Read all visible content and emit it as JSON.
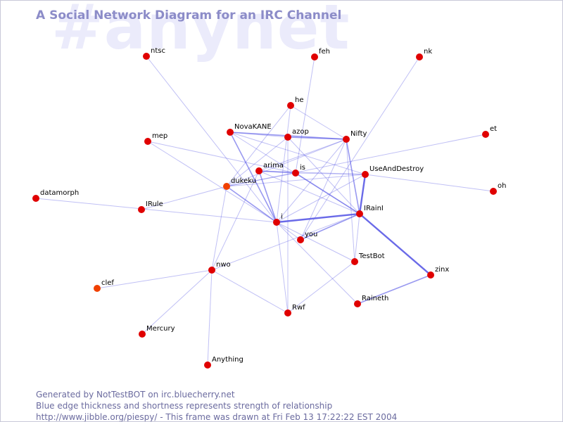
{
  "watermark": "#anynet",
  "title": "A Social Network Diagram for an IRC Channel",
  "footer": {
    "line1": "Generated by NotTestBOT on irc.bluecherry.net",
    "line2": "Blue edge thickness and shortness represents strength of relationship",
    "line3": "http://www.jibble.org/piespy/ - This frame was drawn at Fri Feb 13 17:22:22 EST 2004"
  },
  "colors": {
    "node": "#e00000",
    "node_highlight": "#f04000",
    "edge": "#5a5ae6",
    "title": "#8c8cc8",
    "watermark": "#ebebfb",
    "footer": "#6b6b9f"
  },
  "nodes": [
    {
      "id": "ntsc",
      "label": "ntsc"
    },
    {
      "id": "feh",
      "label": "feh"
    },
    {
      "id": "nk",
      "label": "nk"
    },
    {
      "id": "he",
      "label": "he"
    },
    {
      "id": "NovaKANE",
      "label": "NovaKANE"
    },
    {
      "id": "azop",
      "label": "azop"
    },
    {
      "id": "Nifty",
      "label": "Nifty"
    },
    {
      "id": "et",
      "label": "et"
    },
    {
      "id": "mep",
      "label": "mep"
    },
    {
      "id": "arima",
      "label": "arima"
    },
    {
      "id": "is",
      "label": "is"
    },
    {
      "id": "UseAndDestroy",
      "label": "UseAndDestroy"
    },
    {
      "id": "dukeku",
      "label": "dukeku",
      "highlight": true
    },
    {
      "id": "oh",
      "label": "oh"
    },
    {
      "id": "datamorph",
      "label": "datamorph"
    },
    {
      "id": "IRule",
      "label": "IRule"
    },
    {
      "id": "IRainl",
      "label": "IRainI"
    },
    {
      "id": "i",
      "label": "i"
    },
    {
      "id": "you",
      "label": "you"
    },
    {
      "id": "TestBot",
      "label": "TestBot"
    },
    {
      "id": "nwo",
      "label": "nwo"
    },
    {
      "id": "zinx",
      "label": "zinx"
    },
    {
      "id": "clef",
      "label": "clef",
      "highlight": true
    },
    {
      "id": "Raineth",
      "label": "Raineth"
    },
    {
      "id": "Rwf",
      "label": "Rwf"
    },
    {
      "id": "Mercury",
      "label": "Mercury"
    },
    {
      "id": "Anything",
      "label": "Anything"
    }
  ],
  "edges": [
    {
      "from": "ntsc",
      "to": "i",
      "strength": 1
    },
    {
      "from": "feh",
      "to": "is",
      "strength": 1
    },
    {
      "from": "nk",
      "to": "you",
      "strength": 1
    },
    {
      "from": "he",
      "to": "dukeku",
      "strength": 1
    },
    {
      "from": "he",
      "to": "Nifty",
      "strength": 1
    },
    {
      "from": "he",
      "to": "i",
      "strength": 1
    },
    {
      "from": "NovaKANE",
      "to": "Nifty",
      "strength": 2
    },
    {
      "from": "NovaKANE",
      "to": "i",
      "strength": 2
    },
    {
      "from": "NovaKANE",
      "to": "UseAndDestroy",
      "strength": 1
    },
    {
      "from": "NovaKANE",
      "to": "IRainl",
      "strength": 1
    },
    {
      "from": "NovaKANE",
      "to": "azop",
      "strength": 1
    },
    {
      "from": "azop",
      "to": "Nifty",
      "strength": 2
    },
    {
      "from": "azop",
      "to": "dukeku",
      "strength": 1
    },
    {
      "from": "azop",
      "to": "IRainl",
      "strength": 1
    },
    {
      "from": "azop",
      "to": "Rwf",
      "strength": 1
    },
    {
      "from": "Nifty",
      "to": "IRainl",
      "strength": 2
    },
    {
      "from": "Nifty",
      "to": "arima",
      "strength": 1
    },
    {
      "from": "Nifty",
      "to": "TestBot",
      "strength": 1
    },
    {
      "from": "Nifty",
      "to": "i",
      "strength": 1
    },
    {
      "from": "Nifty",
      "to": "dukeku",
      "strength": 1
    },
    {
      "from": "Nifty",
      "to": "you",
      "strength": 1
    },
    {
      "from": "et",
      "to": "dukeku",
      "strength": 1
    },
    {
      "from": "mep",
      "to": "is",
      "strength": 1
    },
    {
      "from": "mep",
      "to": "i",
      "strength": 1
    },
    {
      "from": "arima",
      "to": "is",
      "strength": 2
    },
    {
      "from": "arima",
      "to": "i",
      "strength": 2
    },
    {
      "from": "arima",
      "to": "UseAndDestroy",
      "strength": 1
    },
    {
      "from": "arima",
      "to": "IRainl",
      "strength": 1
    },
    {
      "from": "arima",
      "to": "nwo",
      "strength": 1
    },
    {
      "from": "is",
      "to": "UseAndDestroy",
      "strength": 1
    },
    {
      "from": "is",
      "to": "IRainl",
      "strength": 2
    },
    {
      "from": "is",
      "to": "dukeku",
      "strength": 1
    },
    {
      "from": "UseAndDestroy",
      "to": "IRainl",
      "strength": 3
    },
    {
      "from": "UseAndDestroy",
      "to": "i",
      "strength": 1
    },
    {
      "from": "UseAndDestroy",
      "to": "dukeku",
      "strength": 1
    },
    {
      "from": "UseAndDestroy",
      "to": "oh",
      "strength": 1
    },
    {
      "from": "dukeku",
      "to": "nwo",
      "strength": 1
    },
    {
      "from": "dukeku",
      "to": "i",
      "strength": 2
    },
    {
      "from": "dukeku",
      "to": "IRule",
      "strength": 1
    },
    {
      "from": "datamorph",
      "to": "i",
      "strength": 1
    },
    {
      "from": "IRainl",
      "to": "i",
      "strength": 3
    },
    {
      "from": "IRainl",
      "to": "you",
      "strength": 2
    },
    {
      "from": "IRainl",
      "to": "TestBot",
      "strength": 1
    },
    {
      "from": "IRainl",
      "to": "zinx",
      "strength": 3
    },
    {
      "from": "IRainl",
      "to": "nwo",
      "strength": 1
    },
    {
      "from": "i",
      "to": "Rwf",
      "strength": 1
    },
    {
      "from": "i",
      "to": "Raineth",
      "strength": 1
    },
    {
      "from": "i",
      "to": "TestBot",
      "strength": 1
    },
    {
      "from": "i",
      "to": "you",
      "strength": 1
    },
    {
      "from": "TestBot",
      "to": "Rwf",
      "strength": 1
    },
    {
      "from": "zinx",
      "to": "Raineth",
      "strength": 2
    },
    {
      "from": "nwo",
      "to": "clef",
      "strength": 1
    },
    {
      "from": "nwo",
      "to": "Mercury",
      "strength": 1
    },
    {
      "from": "nwo",
      "to": "Anything",
      "strength": 1
    },
    {
      "from": "nwo",
      "to": "Rwf",
      "strength": 1
    }
  ]
}
